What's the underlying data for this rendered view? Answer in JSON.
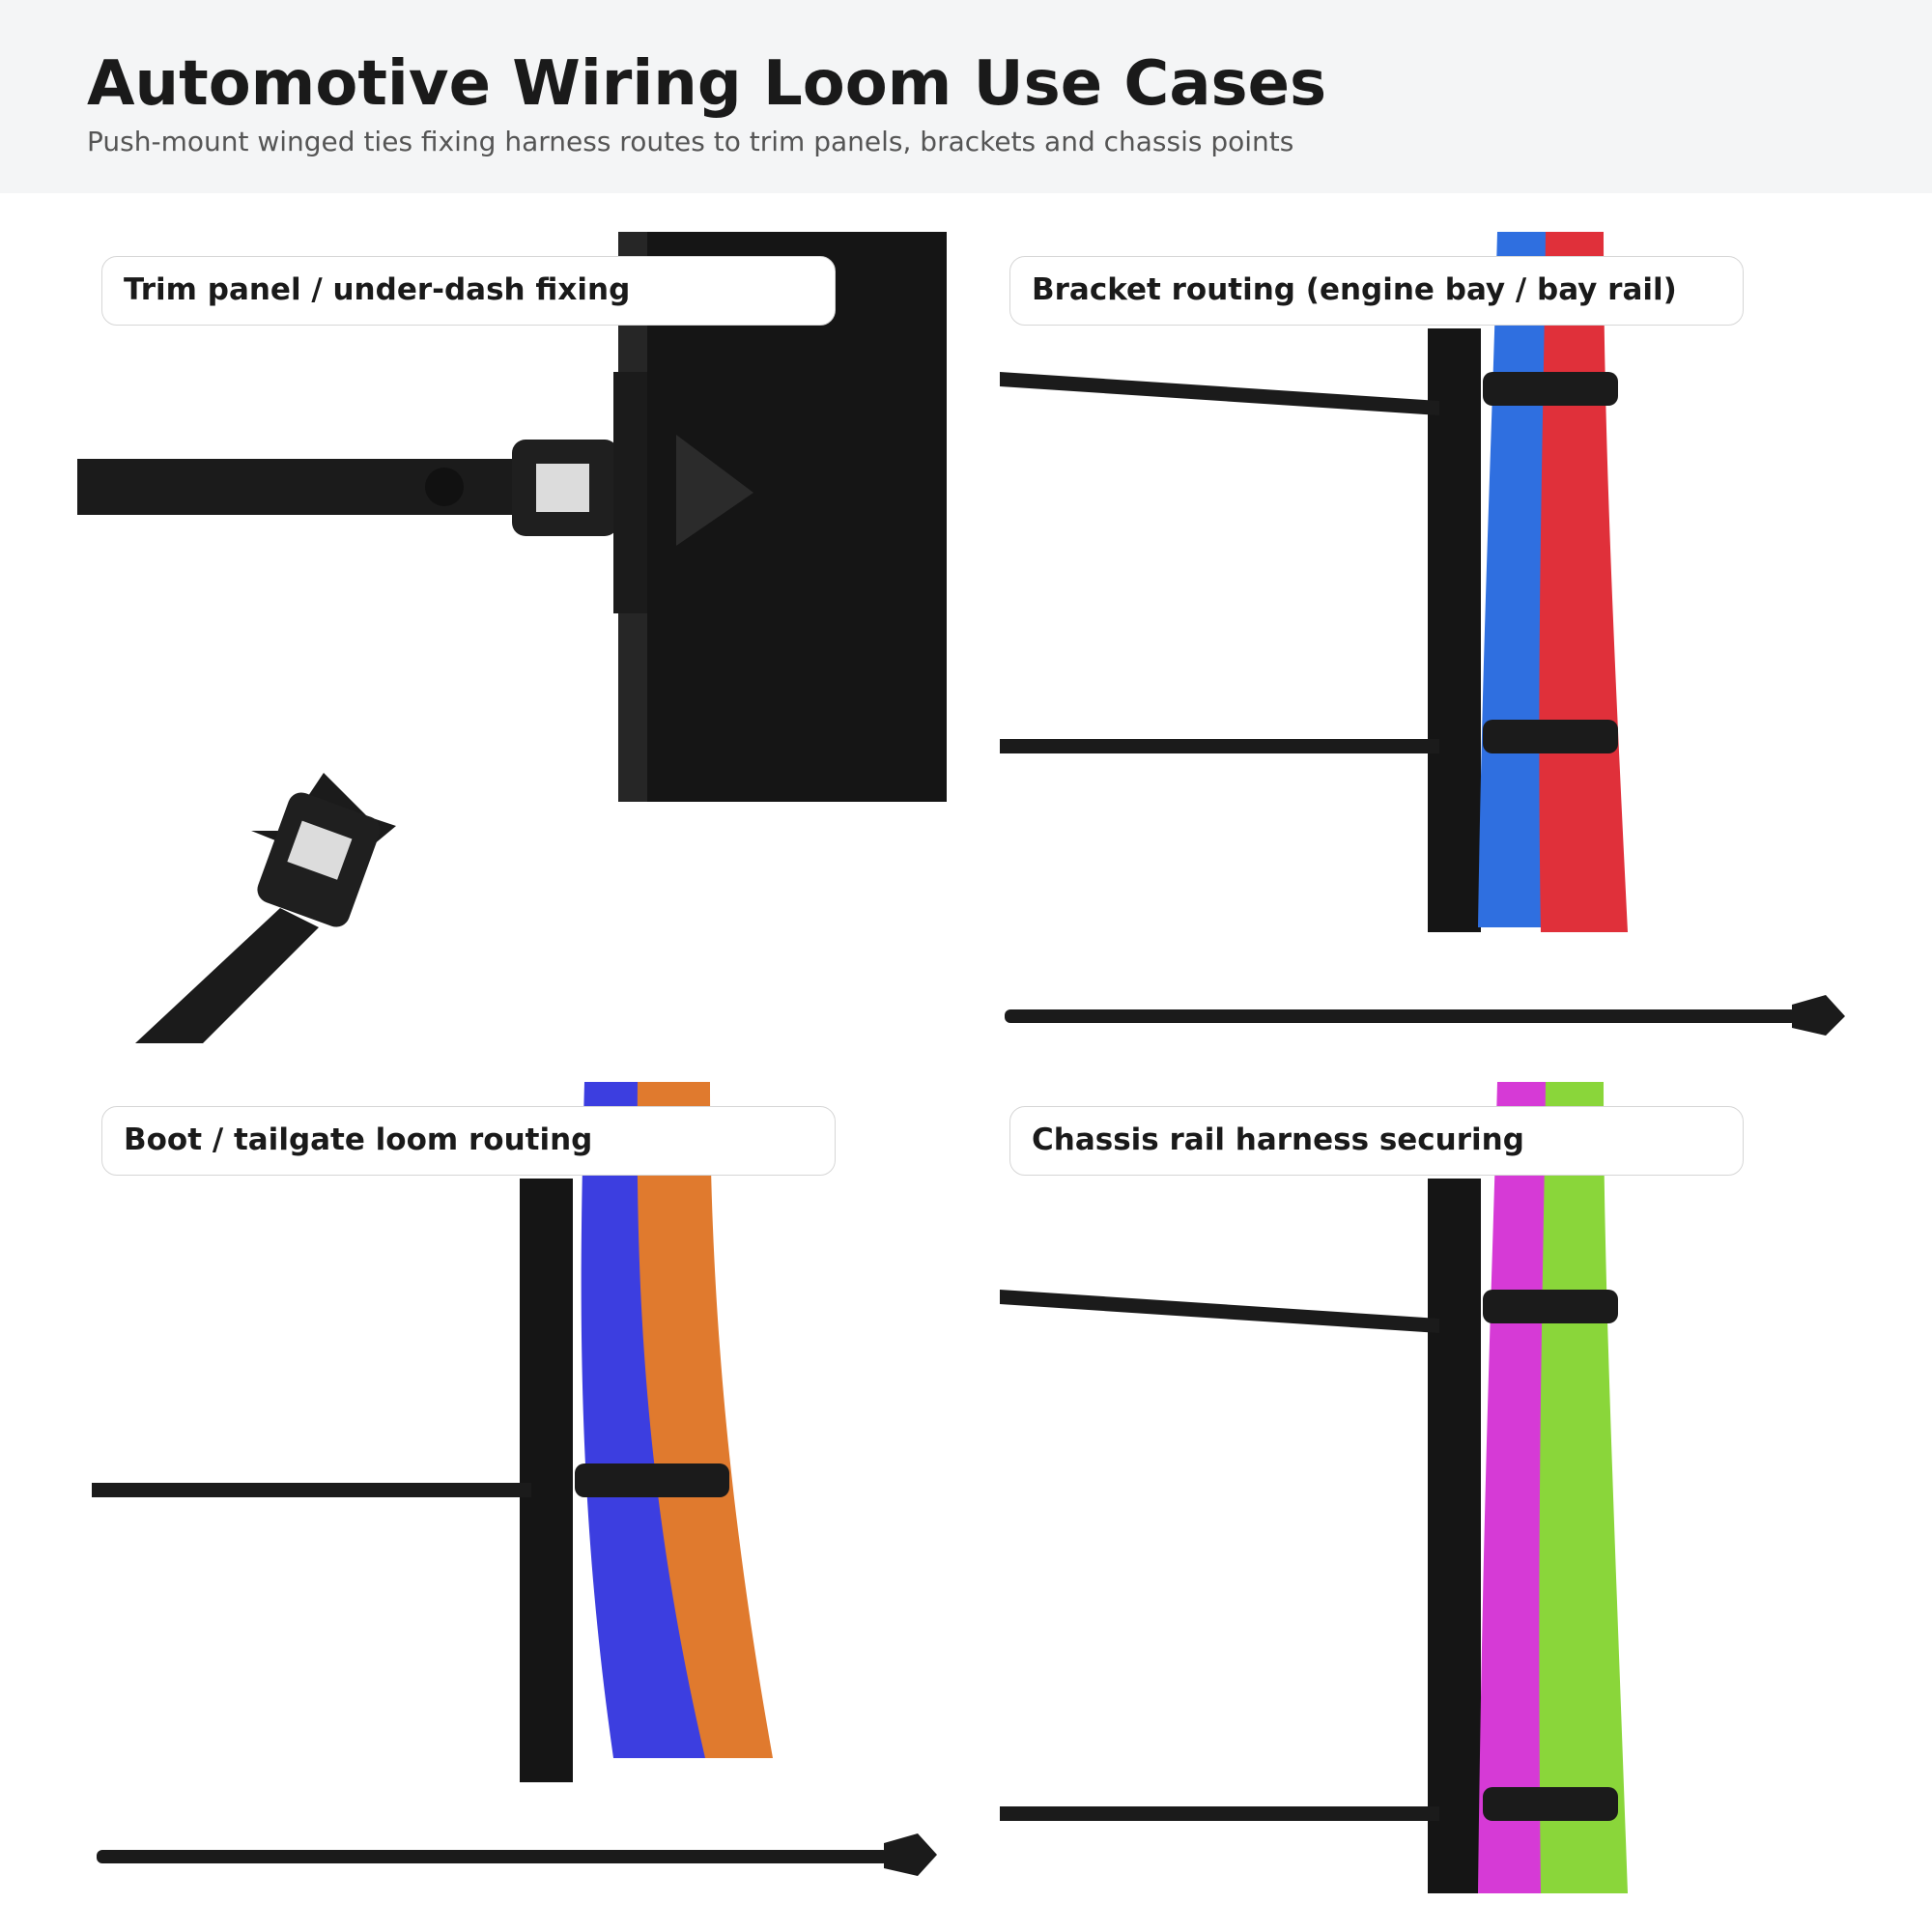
{
  "header": {
    "title": "Automotive Wiring Loom Use Cases",
    "subtitle": "Push-mount winged ties fixing harness routes to trim panels, brackets and chassis points"
  },
  "panels": [
    {
      "label": "Trim panel / under-dash fixing"
    },
    {
      "label": "Bracket routing (engine bay / bay rail)",
      "wire_colors": [
        "#2f6fe0",
        "#e0303a"
      ]
    },
    {
      "label": "Boot / tailgate loom routing",
      "wire_colors": [
        "#3c3ee0",
        "#e07a2e"
      ]
    },
    {
      "label": "Chassis rail harness securing",
      "wire_colors": [
        "#d63ad6",
        "#8ad63a"
      ]
    }
  ],
  "colors": {
    "header_bg": "#f4f5f6",
    "tie_black": "#1b1b1b",
    "panel_black": "#151515"
  }
}
